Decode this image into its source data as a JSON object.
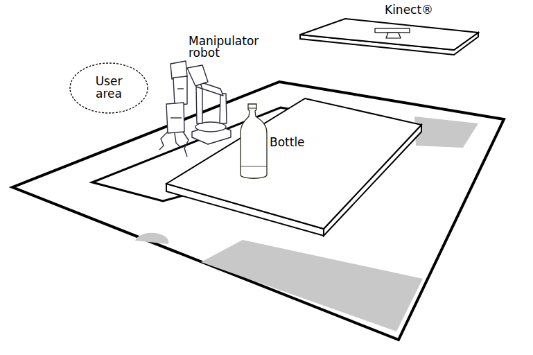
{
  "diagram": {
    "nodes": [
      {
        "text": [
          "User area"
        ]
      }
    ],
    "labels": [
      "Kinect®",
      "Manipulator robot",
      "Bottle"
    ]
  }
}
